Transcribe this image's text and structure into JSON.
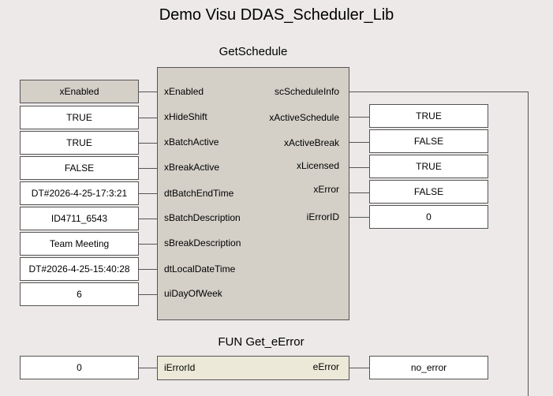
{
  "page_title": "Demo Visu DDAS_Scheduler_Lib",
  "get_schedule": {
    "title": "GetSchedule",
    "inputs": [
      {
        "pin": "xEnabled",
        "value": "xEnabled"
      },
      {
        "pin": "xHideShift",
        "value": "TRUE"
      },
      {
        "pin": "xBatchActive",
        "value": "TRUE"
      },
      {
        "pin": "xBreakActive",
        "value": "FALSE"
      },
      {
        "pin": "dtBatchEndTime",
        "value": "DT#2026-4-25-17:3:21"
      },
      {
        "pin": "sBatchDescription",
        "value": "ID4711_6543"
      },
      {
        "pin": "sBreakDescription",
        "value": "Team Meeting"
      },
      {
        "pin": "dtLocalDateTime",
        "value": "DT#2026-4-25-15:40:28"
      },
      {
        "pin": "uiDayOfWeek",
        "value": "6"
      }
    ],
    "outputs": [
      {
        "pin": "scScheduleInfo"
      },
      {
        "pin": "xActiveSchedule",
        "value": "TRUE"
      },
      {
        "pin": "xActiveBreak",
        "value": "FALSE"
      },
      {
        "pin": "xLicensed",
        "value": "TRUE"
      },
      {
        "pin": "xError",
        "value": "FALSE"
      },
      {
        "pin": "iErrorID",
        "value": "0"
      }
    ]
  },
  "get_error": {
    "title": "FUN Get_eError",
    "input": {
      "pin": "iErrorId",
      "value": "0"
    },
    "output": {
      "pin": "eError",
      "value": "no_error"
    }
  }
}
